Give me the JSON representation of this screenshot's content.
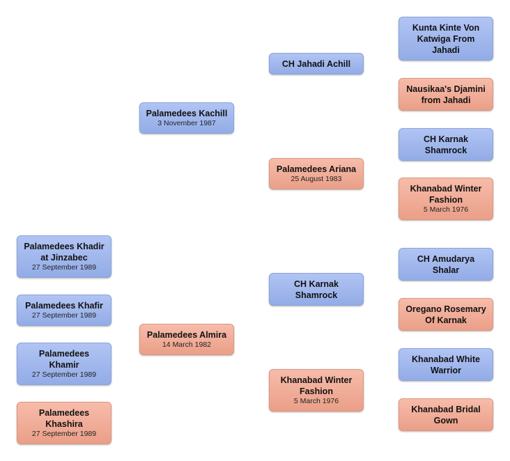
{
  "dogs": {
    "kachill": {
      "name": "Palamedees Kachill",
      "date": "3 November 1987",
      "sex": "male"
    },
    "almira": {
      "name": "Palamedees Almira",
      "date": "14 March 1982",
      "sex": "female"
    },
    "jahadi_achill": {
      "name": "CH Jahadi Achill",
      "date": "",
      "sex": "male"
    },
    "ariana": {
      "name": "Palamedees Ariana",
      "date": "25 August 1983",
      "sex": "female"
    },
    "karnak_mid": {
      "name": "CH Karnak Shamrock",
      "date": "",
      "sex": "male"
    },
    "khanabad_mid": {
      "name": "Khanabad Winter Fashion",
      "date": "5 March 1976",
      "sex": "female"
    },
    "kunta": {
      "name": "Kunta Kinte Von Katwiga From Jahadi",
      "date": "",
      "sex": "male"
    },
    "nausikaa": {
      "name": "Nausikaa's Djamini from Jahadi",
      "date": "",
      "sex": "female"
    },
    "karnak_right": {
      "name": "CH Karnak Shamrock",
      "date": "",
      "sex": "male"
    },
    "khanabad_right": {
      "name": "Khanabad Winter Fashion",
      "date": "5 March 1976",
      "sex": "female"
    },
    "amudarya": {
      "name": "CH Amudarya Shalar",
      "date": "",
      "sex": "male"
    },
    "oregano": {
      "name": "Oregano Rosemary Of Karnak",
      "date": "",
      "sex": "female"
    },
    "white_warrior": {
      "name": "Khanabad White Warrior",
      "date": "",
      "sex": "male"
    },
    "bridal_gown": {
      "name": "Khanabad Bridal Gown",
      "date": "",
      "sex": "female"
    },
    "khadir": {
      "name": "Palamedees Khadir at Jinzabec",
      "date": "27 September 1989",
      "sex": "male"
    },
    "khafir": {
      "name": "Palamedees Khafir",
      "date": "27 September 1989",
      "sex": "male"
    },
    "khamir": {
      "name": "Palamedees Khamir",
      "date": "27 September 1989",
      "sex": "male"
    },
    "khashira": {
      "name": "Palamedees Khashira",
      "date": "27 September 1989",
      "sex": "female"
    }
  },
  "colors": {
    "male": "#a3b8ee",
    "female": "#f2ae99"
  }
}
